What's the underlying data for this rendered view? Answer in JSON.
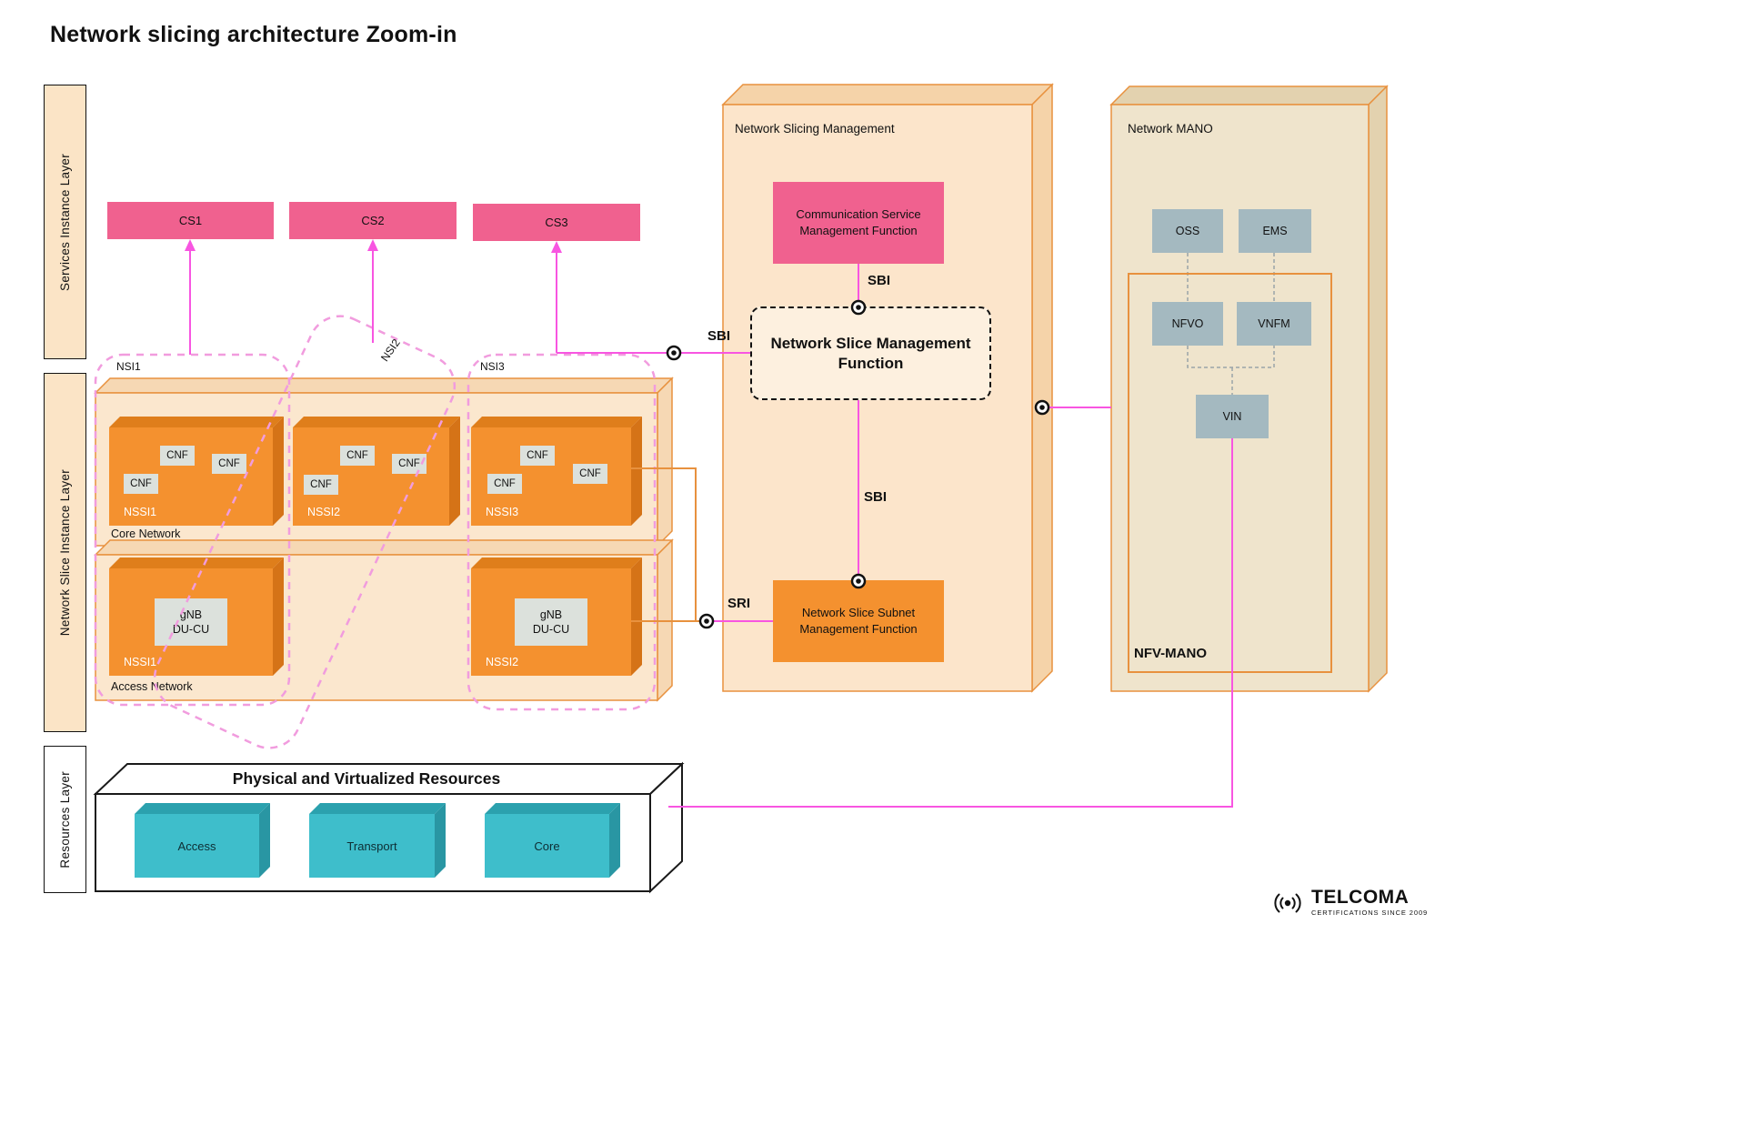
{
  "title": "Network slicing architecture Zoom-in",
  "layers": {
    "services": "Services Instance Layer",
    "slice": "Network Slice Instance Layer",
    "resources": "Resources Layer"
  },
  "services": {
    "cs1": "CS1",
    "cs2": "CS2",
    "cs3": "CS3"
  },
  "nsi": {
    "nsi1": "NSI1",
    "nsi2": "NSI2",
    "nsi3": "NSI3"
  },
  "core_network": {
    "label": "Core Network",
    "subnets": [
      {
        "label": "NSSI1",
        "cnfs": [
          "CNF",
          "CNF",
          "CNF"
        ]
      },
      {
        "label": "NSSI2",
        "cnfs": [
          "CNF",
          "CNF",
          "CNF"
        ]
      },
      {
        "label": "NSSI3",
        "cnfs": [
          "CNF",
          "CNF",
          "CNF"
        ]
      }
    ]
  },
  "access_network": {
    "label": "Access Network",
    "subnets": [
      {
        "label": "NSSI1",
        "node_line1": "gNB",
        "node_line2": "DU-CU"
      },
      {
        "label": "NSSI2",
        "node_line1": "gNB",
        "node_line2": "DU-CU"
      }
    ]
  },
  "management": {
    "title": "Network Slicing Management",
    "csmf": "Communication Service Management Function",
    "nsmf": "Network Slice Management Function",
    "nssmf": "Network Slice Subnet Management Function",
    "labels": {
      "sbi_top": "SBI",
      "sbi_mid": "SBI",
      "sbi_left": "SBI",
      "sri": "SRI"
    }
  },
  "mano": {
    "title": "Network MANO",
    "oss": "OSS",
    "ems": "EMS",
    "nfvo": "NFVO",
    "vnfm": "VNFM",
    "vin": "VIN",
    "nfv_mano": "NFV-MANO"
  },
  "resources": {
    "title": "Physical and Virtualized Resources",
    "items": [
      "Access",
      "Transport",
      "Core"
    ]
  },
  "logo": {
    "name": "TELCOMA",
    "tagline": "CERTIFICATIONS SINCE 2009"
  },
  "colors": {
    "peach": "#FCE5CB",
    "beige": "#EFE4CC",
    "orange": "#F4912F",
    "orange_border": "#E8913E",
    "pink": "#F0618F",
    "magenta": "#F855E1",
    "teal": "#3EBECB",
    "gray_box": "#A4B9C0"
  }
}
